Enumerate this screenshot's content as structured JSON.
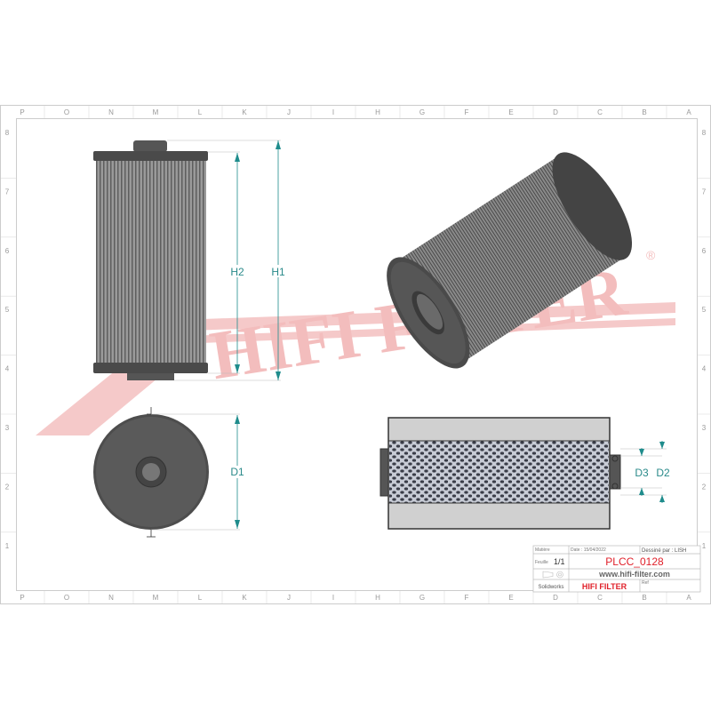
{
  "sheet": {
    "columns": [
      "P",
      "O",
      "N",
      "M",
      "L",
      "K",
      "J",
      "I",
      "H",
      "G",
      "F",
      "E",
      "D",
      "C",
      "B",
      "A"
    ],
    "rows": [
      "8",
      "7",
      "6",
      "5",
      "4",
      "3",
      "2",
      "1"
    ]
  },
  "watermark": {
    "text": "HIFI FILTER",
    "mark": "®",
    "color": "#f2b8b8"
  },
  "dimensions": {
    "h1": "H1",
    "h2": "H2",
    "d1": "D1",
    "d2": "D2",
    "d3": "D3",
    "color": "#1f8c8c"
  },
  "title_block": {
    "matiere_label": "Matière",
    "date_label": "Date : 15/04/2022",
    "drawn_by": "Dessiné par : LISH",
    "sheet_label": "Feuille",
    "sheet_value": "1/1",
    "part_number": "PLCC_0128",
    "website": "www.hifi-filter.com",
    "software": "Solidworks",
    "brand": "HIFI FILTER",
    "ref_label": "Ref",
    "accent_color": "#e0202a"
  }
}
